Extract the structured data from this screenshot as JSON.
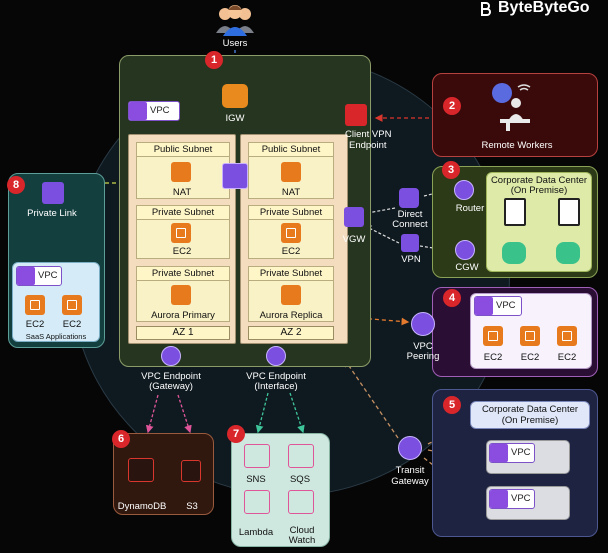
{
  "brand": "ByteByteGo",
  "colors": {
    "vpc": "#8a4de0",
    "ec2": "#e87a1e",
    "vpn_red": "#d9262b",
    "cloud_orange": "#e88a1d",
    "bg": "#060606"
  },
  "users": {
    "label": "Users"
  },
  "steps": [
    "1",
    "2",
    "3",
    "4",
    "5",
    "6",
    "7",
    "8"
  ],
  "vpc": {
    "label": "VPC",
    "igw": "IGW",
    "az1": "AZ 1",
    "az2": "AZ 2"
  },
  "subnets": {
    "pub1": {
      "title": "Public Subnet",
      "resource": "NAT"
    },
    "pub2": {
      "title": "Public Subnet",
      "resource": "NAT"
    },
    "priv1": {
      "title": "Private Subnet",
      "resource": "EC2"
    },
    "priv2": {
      "title": "Private Subnet",
      "resource": "EC2"
    },
    "db1": {
      "title": "Private Subnet",
      "resource": "Aurora Primary"
    },
    "db2": {
      "title": "Private Subnet",
      "resource": "Aurora Replica"
    }
  },
  "client_vpn": {
    "line1": "Client VPN",
    "line2": "Endpoint"
  },
  "remote_workers": {
    "label": "Remote Workers"
  },
  "corp_dc": {
    "title": "Corporate Data Center",
    "subtitle": "(On Premise)",
    "router": "Router",
    "cgw": "CGW",
    "direct_connect_1": "Direct",
    "direct_connect_2": "Connect",
    "vpn": "VPN",
    "vgw": "VGW"
  },
  "peering": {
    "vpc": "VPC",
    "ec2": [
      "EC2",
      "EC2",
      "EC2"
    ],
    "label1": "VPC",
    "label2": "Peering"
  },
  "transit": {
    "title": "Corporate Data Center",
    "subtitle": "(On Premise)",
    "vpc1": "VPC",
    "vpc2": "VPC",
    "label1": "Transit",
    "label2": "Gateway"
  },
  "private_link": {
    "label": "Private Link",
    "vpc": "VPC",
    "ec2": [
      "EC2",
      "EC2"
    ],
    "saas": "SaaS Applications"
  },
  "endpoints": {
    "gw1": "VPC Endpoint",
    "gw2": "(Gateway)",
    "if1": "VPC Endpoint",
    "if2": "(Interface)"
  },
  "gateway_services": {
    "dynamodb": "DynamoDB",
    "s3": "S3"
  },
  "interface_services": {
    "sns": "SNS",
    "sqs": "SQS",
    "lambda": "Lambda",
    "cw1": "Cloud",
    "cw2": "Watch"
  }
}
